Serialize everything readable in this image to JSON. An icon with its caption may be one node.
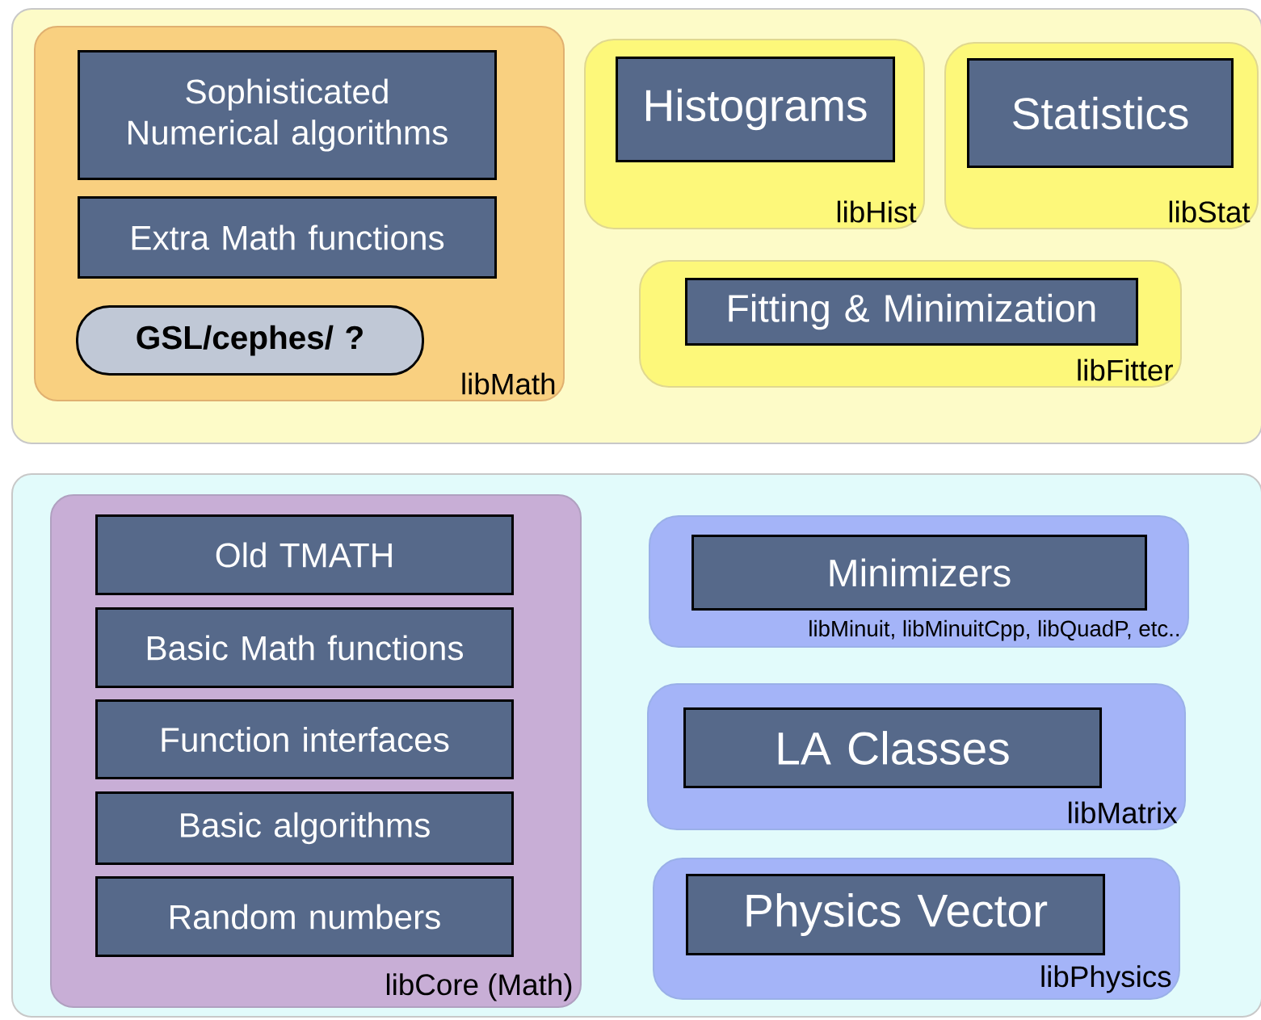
{
  "diagram": {
    "nodes": [
      {
        "text": [],
        "shape": "box"
      },
      {
        "text": [
          "libMath"
        ],
        "in": 0
      },
      {
        "text": [
          "Sophisticated Numerical algorithms"
        ],
        "in": 1
      },
      {
        "text": [
          "Extra Math functions"
        ],
        "in": 1
      },
      {
        "text": [
          "GSL/cephes/ ?"
        ],
        "in": 1
      },
      {
        "text": [
          "libHist"
        ],
        "in": 0
      },
      {
        "text": [
          "Histograms"
        ],
        "in": 5
      },
      {
        "text": [
          "libStat"
        ],
        "in": 0
      },
      {
        "text": [
          "Statistics"
        ],
        "in": 7
      },
      {
        "text": [
          "libFitter"
        ],
        "in": 0
      },
      {
        "text": [
          "Fitting & Minimization"
        ],
        "in": 9
      },
      {
        "text": [],
        "shape": "box"
      },
      {
        "text": [
          "libCore (Math)"
        ],
        "in": 11
      },
      {
        "text": [
          "Old TMATH"
        ],
        "in": 12
      },
      {
        "text": [
          "Basic Math functions"
        ],
        "in": 12
      },
      {
        "text": [
          "Function interfaces"
        ],
        "in": 12
      },
      {
        "text": [
          "Basic algorithms"
        ],
        "in": 12
      },
      {
        "text": [
          "Random numbers"
        ],
        "in": 12
      },
      {
        "text": [
          "libMinuit, libMinuitCpp, libQuadP, etc.."
        ],
        "in": 11
      },
      {
        "text": [
          "Minimizers"
        ],
        "in": 18
      },
      {
        "text": [
          "libMatrix"
        ],
        "in": 11
      },
      {
        "text": [
          "LA Classes"
        ],
        "in": 20
      },
      {
        "text": [
          "libPhysics"
        ],
        "in": 11
      },
      {
        "text": [
          "Physics Vector"
        ],
        "in": 22
      }
    ]
  }
}
